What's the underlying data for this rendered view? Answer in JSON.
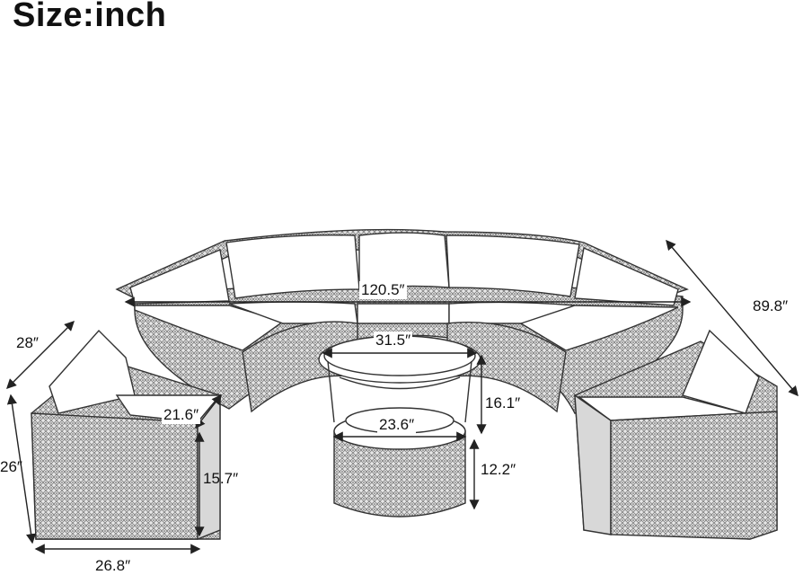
{
  "title": "Size:inch",
  "dimensions": {
    "sofa_width": "120.5″",
    "sofa_depth": "89.8″",
    "chair_depth": "28″",
    "chair_height": "26″",
    "chair_width": "26.8″",
    "chair_seat_depth": "21.6″",
    "chair_seat_height": "15.7″",
    "table_top_diameter": "31.5″",
    "table_height": "16.1″",
    "ottoman_diameter": "23.6″",
    "ottoman_height": "12.2″"
  },
  "colors": {
    "line": "#333333",
    "wicker": "#8a8a8a",
    "cushion": "#ffffff"
  }
}
